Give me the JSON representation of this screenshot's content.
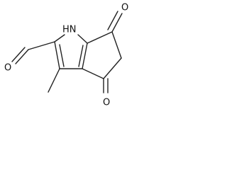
{
  "molecule": {
    "labels": {
      "nh": "HN",
      "o_aldehyde": "O",
      "o_top": "O",
      "o_bottom": "O"
    }
  }
}
